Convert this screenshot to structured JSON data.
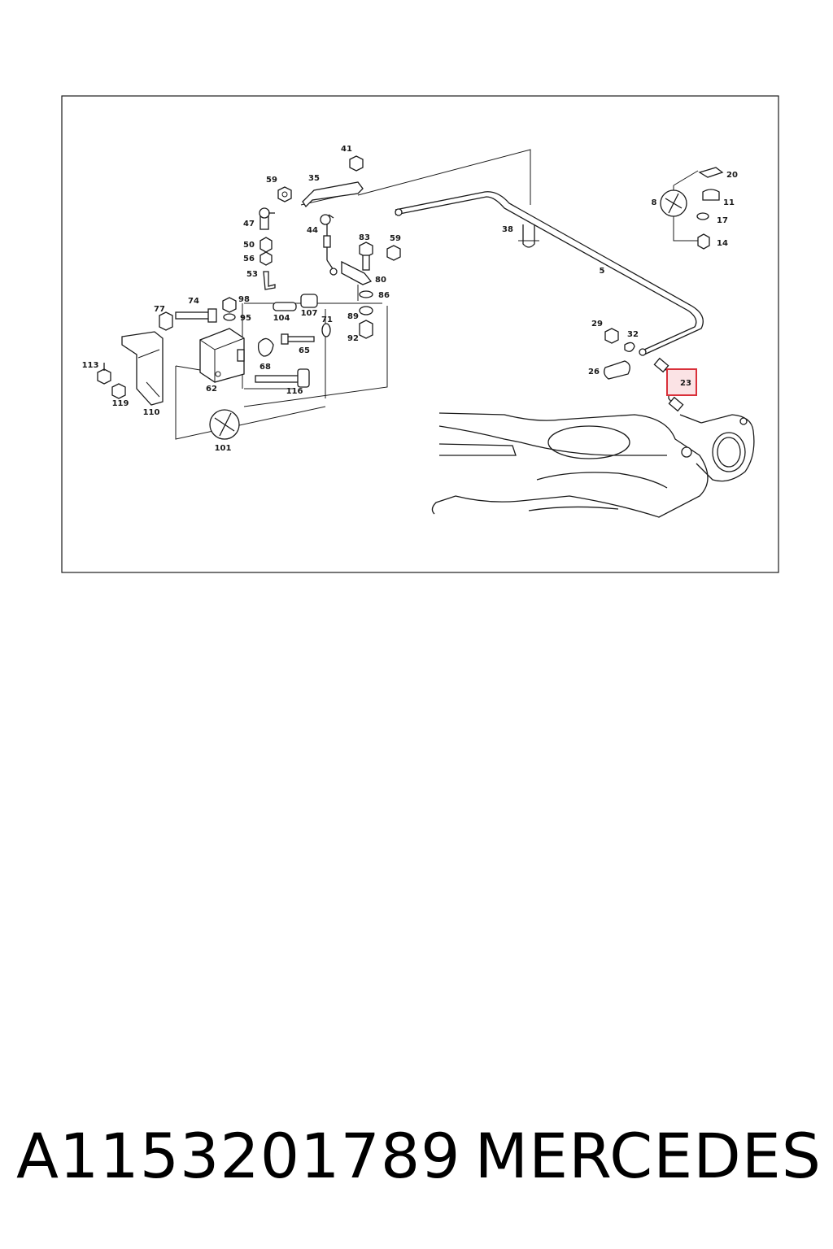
{
  "callouts": [
    "41",
    "59",
    "35",
    "20",
    "8",
    "11",
    "17",
    "14",
    "47",
    "44",
    "83",
    "59",
    "50",
    "56",
    "53",
    "80",
    "86",
    "89",
    "92",
    "38",
    "5",
    "74",
    "98",
    "77",
    "95",
    "104",
    "107",
    "71",
    "29",
    "32",
    "26",
    "23",
    "113",
    "119",
    "110",
    "62",
    "68",
    "65",
    "116",
    "101"
  ],
  "highlight_color": "#d9303a",
  "caption": {
    "part_number": "A1153201789",
    "brand": "MERCEDES"
  }
}
